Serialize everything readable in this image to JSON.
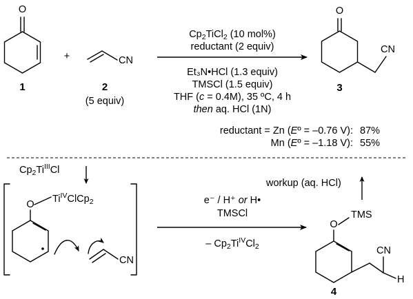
{
  "compounds": {
    "c1": {
      "number": "1"
    },
    "c2": {
      "number": "2",
      "nitrile": "CN",
      "equiv": "(5 equiv)"
    },
    "c3": {
      "number": "3",
      "carbonyl": "O",
      "nitrile": "CN"
    },
    "c4": {
      "number": "4",
      "oxygen": "O",
      "silyl": "TMS",
      "nitrile": "CN",
      "hydrogen": "H"
    }
  },
  "plus": "+",
  "reaction": {
    "line1_pre": "Cp",
    "line1_sub1": "2",
    "line1_mid": "TiCl",
    "line1_sub2": "2",
    "line1_post": " (10 mol%)",
    "line2": "reductant (2 equiv)",
    "line3": "Et₃N•HCl (1.3 equiv)",
    "line4": "TMSCl (1.5 equiv)",
    "line5_pre": "THF (",
    "line5_c": "c",
    "line5_post": " = 0.4M), 35 ºC, 4 h",
    "line6_then": "then",
    "line6_post": " aq. HCl (1N)"
  },
  "reductants": {
    "zn_label": "reductant = Zn (",
    "zn_e": "E",
    "zn_deg": "º",
    "zn_pot": " = –0.76 V):",
    "zn_yield": "87%",
    "mn_label": "Mn (",
    "mn_e": "E",
    "mn_deg": "º",
    "mn_pot": " = –1.18 V):",
    "mn_yield": "55%"
  },
  "mechanism": {
    "ti3_pre": "Cp",
    "ti3_sub": "2",
    "ti3_mid": "Ti",
    "ti3_sup": "III",
    "ti3_post": "Cl",
    "ti4_o": "O",
    "ti4_ti": "Ti",
    "ti4_sup": "IV",
    "ti4_post": "ClCp",
    "ti4_sub": "2",
    "acrylo_cn": "CN",
    "step_line1_pre": "e⁻ / H⁺ ",
    "step_line1_or": "or",
    "step_line1_post": " H•",
    "step_line2": "TMSCl",
    "step_line3_pre": "– Cp",
    "step_line3_sub": "2",
    "step_line3_mid": "Ti",
    "step_line3_sup": "IV",
    "step_line3_post": "Cl",
    "step_line3_sub2": "2",
    "workup": "workup (aq. HCl)"
  }
}
